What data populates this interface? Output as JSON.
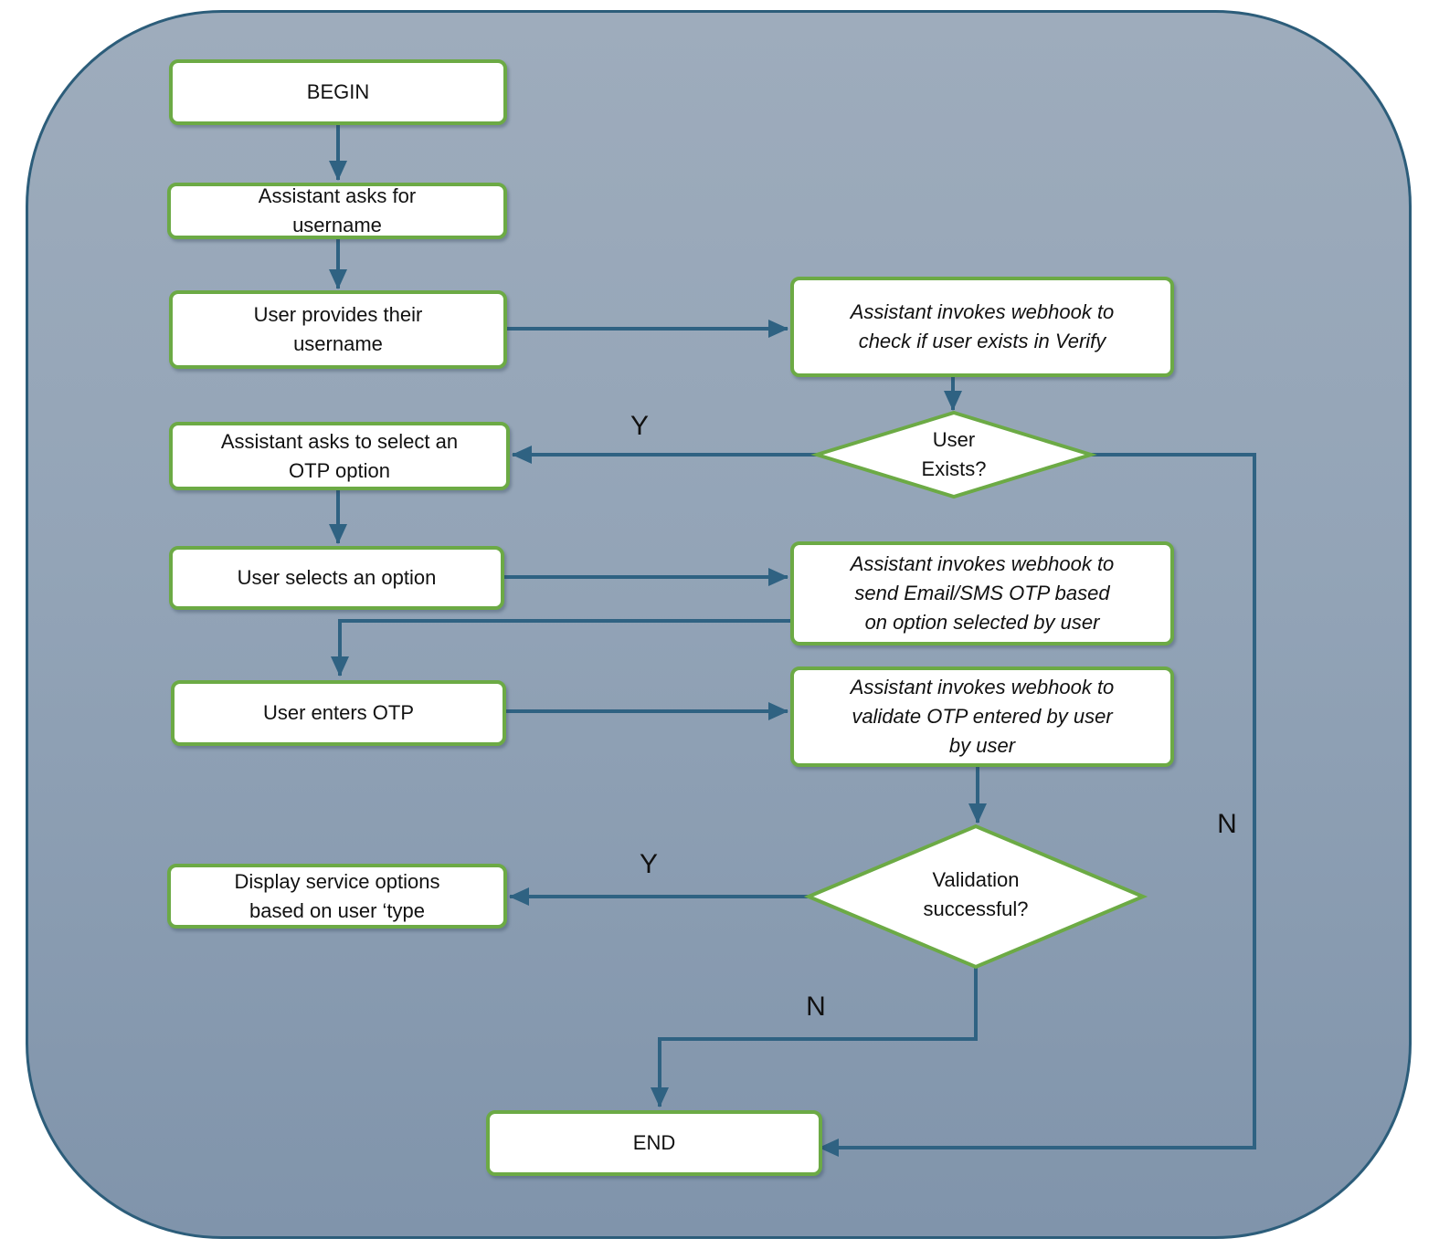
{
  "flowchart": {
    "nodes": {
      "begin": {
        "label": "BEGIN",
        "type": "terminator"
      },
      "ask_username": {
        "label": "Assistant asks for\nusername",
        "type": "process"
      },
      "provides_username": {
        "label": "User provides their\nusername",
        "type": "process"
      },
      "webhook_check_user": {
        "label": "Assistant invokes webhook to\ncheck if user exists in Verify",
        "type": "webhook"
      },
      "user_exists": {
        "label": "User\nExists?",
        "type": "decision"
      },
      "ask_otp_option": {
        "label": "Assistant asks to select an\nOTP option",
        "type": "process"
      },
      "selects_option": {
        "label": "User selects an option",
        "type": "process"
      },
      "webhook_send_otp": {
        "label": "Assistant invokes webhook to\nsend Email/SMS OTP based\non option selected by user",
        "type": "webhook"
      },
      "enters_otp": {
        "label": "User enters OTP",
        "type": "process"
      },
      "webhook_validate_otp": {
        "label": "Assistant invokes webhook to\nvalidate OTP entered by user\nby user",
        "type": "webhook"
      },
      "validation_successful": {
        "label": "Validation\nsuccessful?",
        "type": "decision"
      },
      "display_service_options": {
        "label": "Display service options\nbased on user ‘type",
        "type": "process"
      },
      "end": {
        "label": "END",
        "type": "terminator"
      }
    },
    "edge_labels": {
      "user_exists_yes": "Y",
      "user_exists_no": "N",
      "validation_successful_yes": "Y",
      "validation_successful_no": "N"
    },
    "colors": {
      "node_border_green": "#6caa45",
      "node_fill": "#ffffff",
      "connector_blue": "#2f6282",
      "canvas_border": "#2c5d7a",
      "canvas_gradient_top": "#9eacbc",
      "canvas_gradient_bottom": "#8094ab",
      "text": "#111111"
    }
  }
}
